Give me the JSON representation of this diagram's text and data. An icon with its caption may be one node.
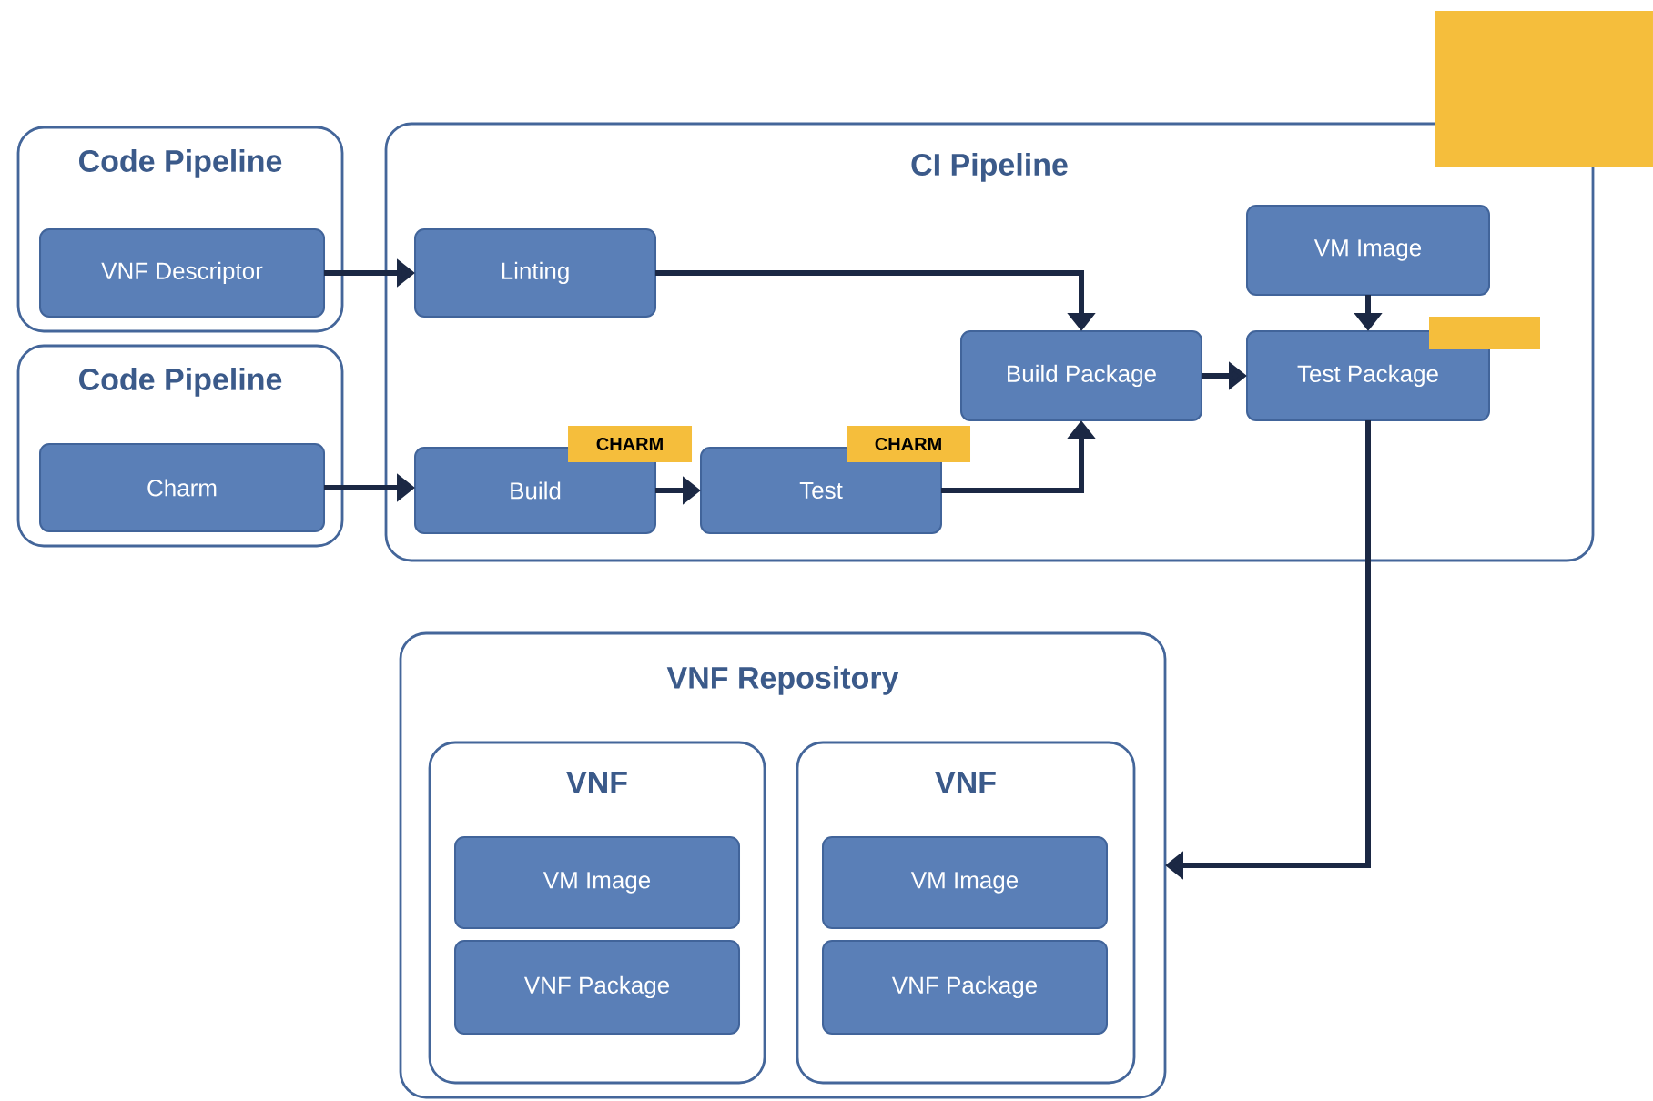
{
  "diagram": {
    "nodes": [
      {
        "text": [
          "Code Pipeline"
        ]
      },
      {
        "text": [
          "VNF Descriptor"
        ],
        "in": 0
      },
      {
        "text": [
          "Code Pipeline"
        ]
      },
      {
        "text": [
          "Charm"
        ],
        "in": 2
      },
      {
        "text": [
          "CI Pipeline"
        ]
      },
      {
        "text": [
          "Linting"
        ],
        "in": 4
      },
      {
        "text": [
          "Build"
        ],
        "in": 4
      },
      {
        "text": [
          "CHARM"
        ],
        "in": 4
      },
      {
        "text": [
          "Test"
        ],
        "in": 4
      },
      {
        "text": [
          "CHARM"
        ],
        "in": 4
      },
      {
        "text": [
          "Build Package"
        ],
        "in": 4
      },
      {
        "text": [
          "VM Image"
        ],
        "in": 4
      },
      {
        "text": [
          "Test Package"
        ],
        "in": 4
      },
      {
        "text": [],
        "shape": "box",
        "in": 4
      },
      {
        "text": [],
        "shape": "box"
      },
      {
        "text": [
          "VNF Repository"
        ]
      },
      {
        "text": [
          "VNF"
        ],
        "in": 15
      },
      {
        "text": [
          "VM Image"
        ],
        "in": 16
      },
      {
        "text": [
          "VNF Package"
        ],
        "in": 16
      },
      {
        "text": [
          "VNF"
        ],
        "in": 15
      },
      {
        "text": [
          "VM Image"
        ],
        "in": 19
      },
      {
        "text": [
          "VNF Package"
        ],
        "in": 19
      }
    ],
    "edges": [
      {
        "from": 1,
        "to": 5,
        "arrow": "to"
      },
      {
        "from": 3,
        "to": 6,
        "arrow": "to"
      },
      {
        "from": 6,
        "to": 8,
        "arrow": "to"
      },
      {
        "from": 5,
        "to": 10,
        "arrow": "to"
      },
      {
        "from": 8,
        "to": 10,
        "arrow": "to"
      },
      {
        "from": 10,
        "to": 12,
        "arrow": "to"
      },
      {
        "from": 11,
        "to": 12,
        "arrow": "to"
      },
      {
        "from": 12,
        "to": 15,
        "arrow": "to"
      }
    ]
  }
}
